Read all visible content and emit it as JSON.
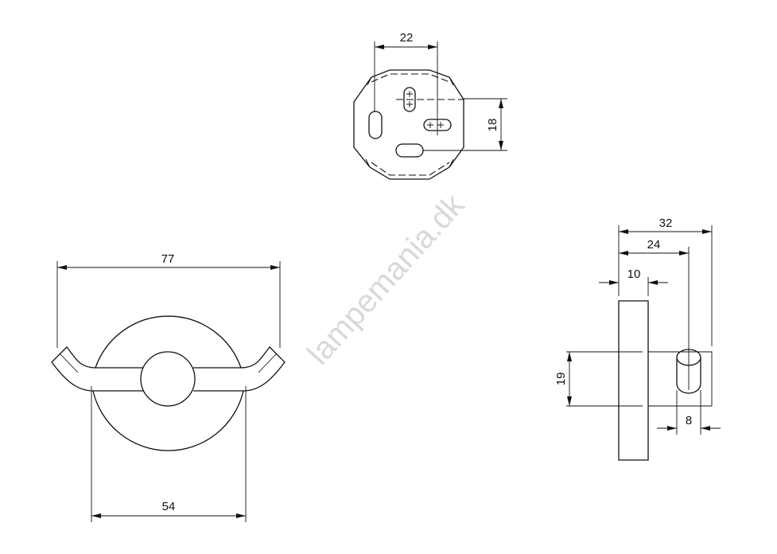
{
  "drawing": {
    "watermark": "lampemania.dk",
    "top_view": {
      "dim_width": "22",
      "dim_height": "18"
    },
    "front_view": {
      "dim_overall_width": "77",
      "dim_base_diameter": "54"
    },
    "side_view": {
      "dim_depth_total": "32",
      "dim_depth_hook": "24",
      "dim_base_thickness": "10",
      "dim_hook_height": "19",
      "dim_hook_diameter": "8"
    }
  }
}
